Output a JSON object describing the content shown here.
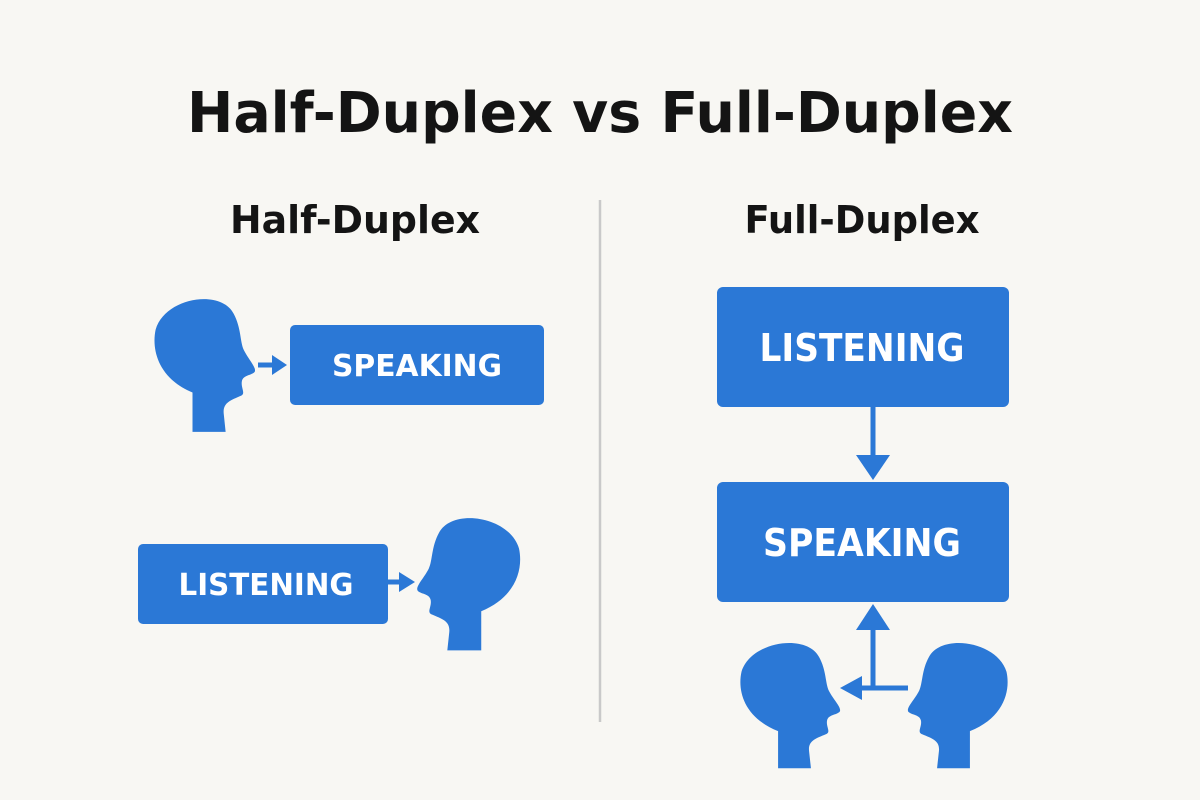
{
  "title": "Half-Duplex vs Full-Duplex",
  "panels": {
    "half_duplex": {
      "heading": "Half-Duplex",
      "speaking_label": "SPEAKING",
      "listening_label": "LISTENING"
    },
    "full_duplex": {
      "heading": "Full-Duplex",
      "listening_label": "LISTENING",
      "speaking_label": "SPEAKING"
    }
  },
  "colors": {
    "background": "#f8f7f3",
    "accent": "#2b78d6",
    "text": "#141414",
    "divider": "#c9c9c9"
  },
  "icons": [
    "head-icon",
    "arrow-icon"
  ]
}
